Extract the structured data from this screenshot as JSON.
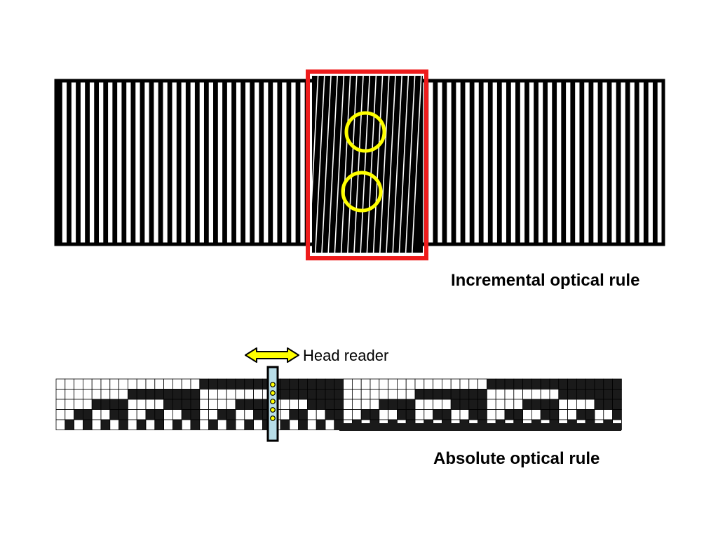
{
  "incremental": {
    "caption": "Incremental optical rule",
    "slit_count": 66
  },
  "absolute": {
    "caption": "Absolute optical rule",
    "head_label": "Head reader",
    "track_count": 5,
    "reader_dot_count": 5
  },
  "colors": {
    "ink": "#000000",
    "background": "#ffffff",
    "highlight_box": "#ee1c1c",
    "marker": "#ffff00",
    "reader_body": "#b7dde8",
    "cell_dark": "#1a1a1a"
  },
  "icons": {
    "scan_region": "red-rectangle",
    "moire_markers": "yellow-circle",
    "travel_arrow": "double-headed-arrow"
  }
}
